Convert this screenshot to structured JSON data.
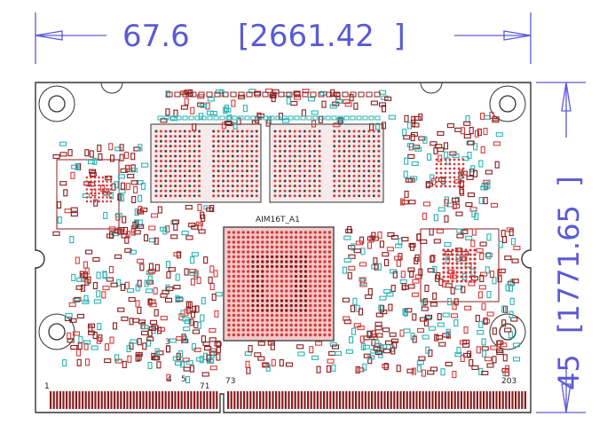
{
  "colors": {
    "dimension": "#5a5ad6",
    "outline": "#333333",
    "pad_red": "#d43a3a",
    "pad_dark_red": "#8a1c1c",
    "pad_cyan": "#2ab3b3",
    "silk": "#555555"
  },
  "width_dimension": {
    "mm": "67.6",
    "mil": "[2661.42  ]"
  },
  "height_dimension": {
    "mm": "45",
    "mil": "[1771.65  ]"
  },
  "labels": {
    "soc": "AIM16T_A1",
    "pin_left_start": "1",
    "pin_left_end": "71",
    "pin_right_start": "73",
    "pin_right_end": "203",
    "mark_3": "3",
    "mark_4": "4",
    "mark_5": "5"
  }
}
